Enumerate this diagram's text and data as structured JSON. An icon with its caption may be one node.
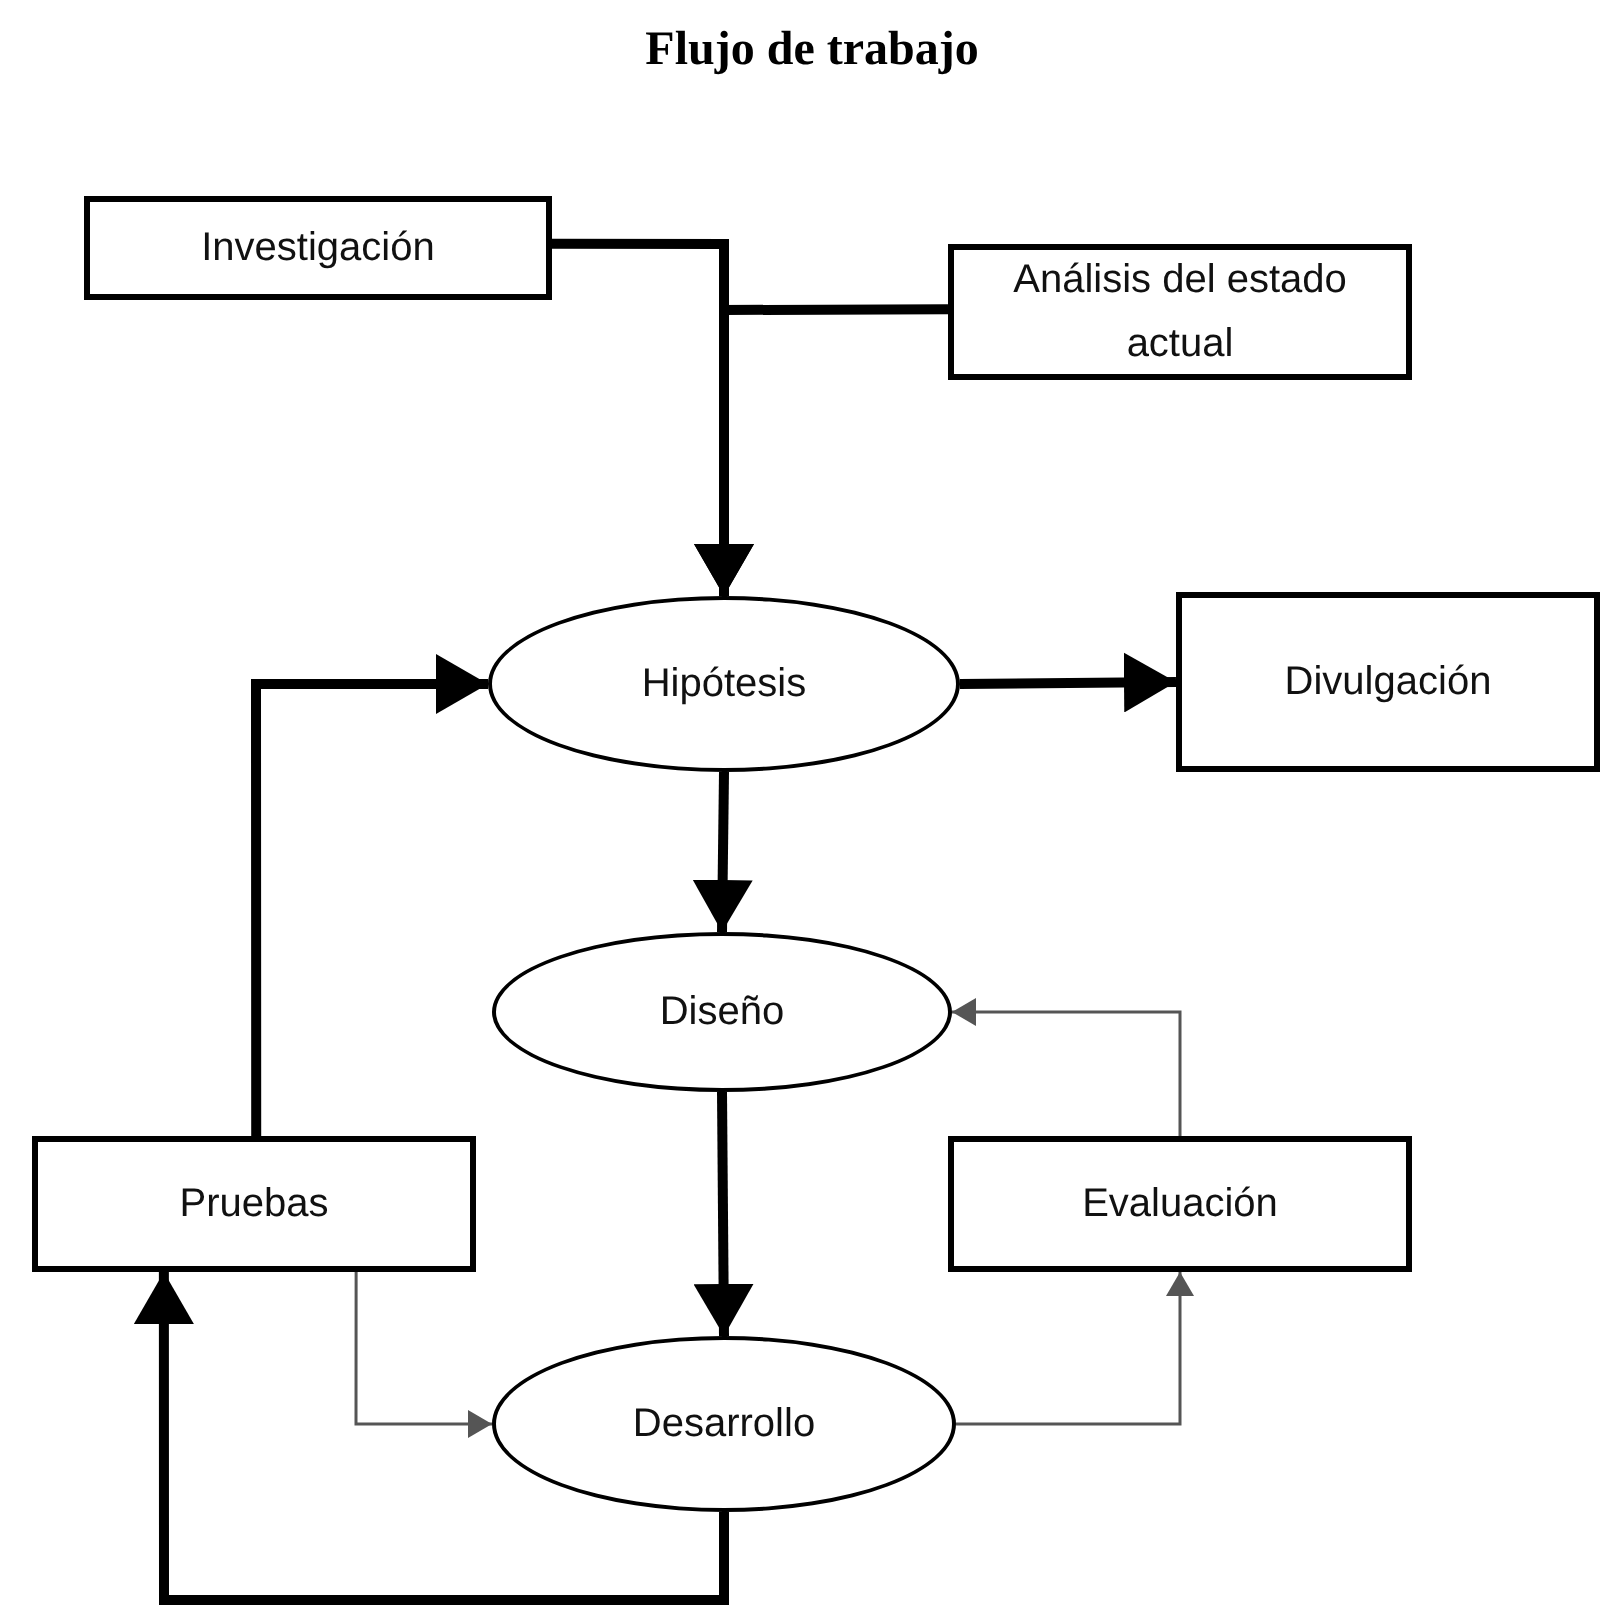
{
  "diagram": {
    "title": "Flujo de trabajo",
    "nodes": [
      {
        "text": [
          "Investigación"
        ]
      },
      {
        "text": [
          "Análisis del estado actual"
        ]
      },
      {
        "text": [
          "Hipótesis"
        ]
      },
      {
        "text": [
          "Divulgación"
        ]
      },
      {
        "text": [
          "Diseño"
        ]
      },
      {
        "text": [
          "Pruebas"
        ]
      },
      {
        "text": [
          "Evaluación"
        ]
      },
      {
        "text": [
          "Desarrollo"
        ]
      }
    ],
    "edges": [
      {
        "from": 0,
        "to": 2,
        "arrow": "to"
      },
      {
        "from": 1,
        "to": 2,
        "arrow": "to"
      },
      {
        "from": 2,
        "to": 3,
        "arrow": "to"
      },
      {
        "from": 2,
        "to": 4,
        "arrow": "to"
      },
      {
        "from": 5,
        "to": 2,
        "arrow": "to"
      },
      {
        "from": 4,
        "to": 7,
        "arrow": "to"
      },
      {
        "from": 5,
        "to": 7,
        "arrow": "to",
        "color": "#555555"
      },
      {
        "from": 7,
        "to": 6,
        "arrow": "to",
        "color": "#555555"
      },
      {
        "from": 6,
        "to": 4,
        "arrow": "to",
        "color": "#555555"
      },
      {
        "from": 7,
        "to": 5,
        "arrow": "to"
      }
    ]
  }
}
